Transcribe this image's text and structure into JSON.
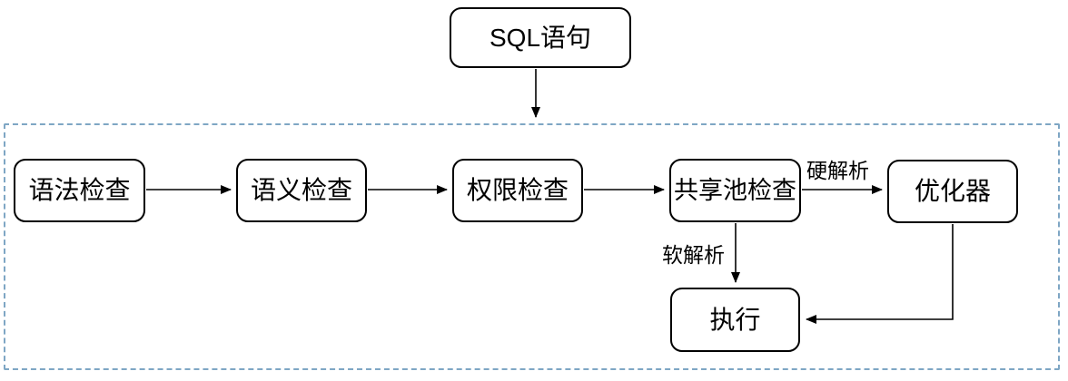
{
  "diagram": {
    "nodes": {
      "sql": {
        "label": "SQL语句"
      },
      "syntax_check": {
        "label": "语法检查"
      },
      "semantic_check": {
        "label": "语义检查"
      },
      "privilege_check": {
        "label": "权限检查"
      },
      "shared_pool_check": {
        "label": "共享池检查"
      },
      "optimizer": {
        "label": "优化器"
      },
      "execute": {
        "label": "执行"
      }
    },
    "edge_labels": {
      "hard_parse": "硬解析",
      "soft_parse": "软解析"
    },
    "colors": {
      "node_border": "#000000",
      "node_fill": "#ffffff",
      "arrow": "#000000",
      "container_border": "#7ea6c4",
      "background": "#ffffff",
      "text": "#000000"
    }
  }
}
